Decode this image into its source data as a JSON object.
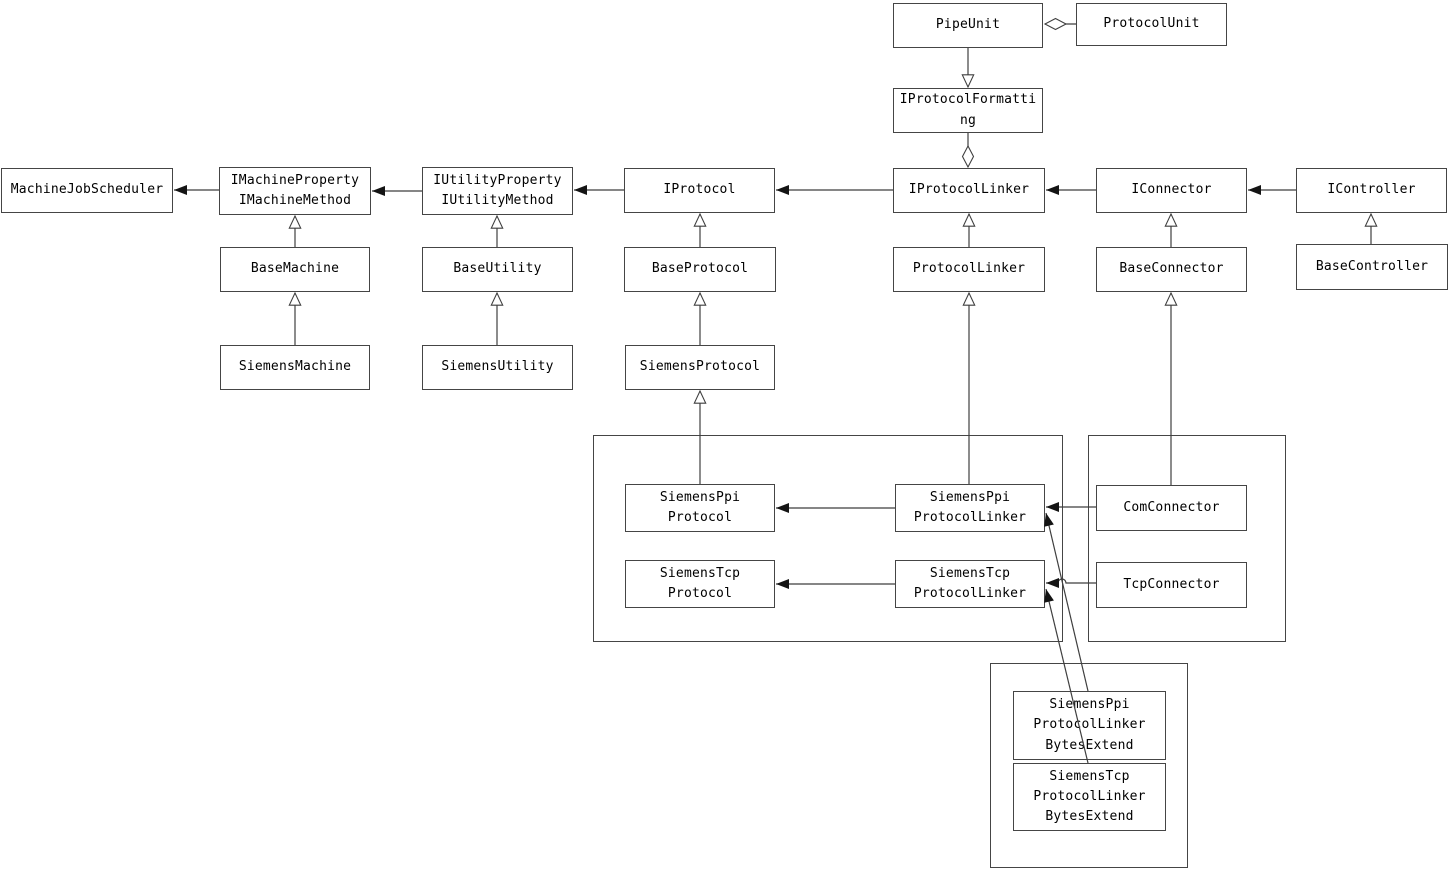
{
  "diagram": {
    "type": "uml-class-diagram",
    "background_color": "#ffffff",
    "line_color": "#3f3f3f",
    "text_color": "#000000",
    "nodes": {
      "pipe_unit": {
        "label": "PipeUnit"
      },
      "protocol_unit": {
        "label": "ProtocolUnit"
      },
      "iprotocol_formatting": {
        "label": "IProtocolFormatti\nng"
      },
      "machine_job_scheduler": {
        "label": "MachineJobScheduler"
      },
      "imachine_property": {
        "label": "IMachineProperty\nIMachineMethod"
      },
      "iutility_property": {
        "label": "IUtilityProperty\nIUtilityMethod"
      },
      "iprotocol": {
        "label": "IProtocol"
      },
      "iprotocol_linker": {
        "label": "IProtocolLinker"
      },
      "iconnector": {
        "label": "IConnector"
      },
      "icontroller": {
        "label": "IController"
      },
      "base_machine": {
        "label": "BaseMachine"
      },
      "base_utility": {
        "label": "BaseUtility"
      },
      "base_protocol": {
        "label": "BaseProtocol"
      },
      "protocol_linker": {
        "label": "ProtocolLinker"
      },
      "base_connector": {
        "label": "BaseConnector"
      },
      "base_controller": {
        "label": "BaseController"
      },
      "siemens_machine": {
        "label": "SiemensMachine"
      },
      "siemens_utility": {
        "label": "SiemensUtility"
      },
      "siemens_protocol": {
        "label": "SiemensProtocol"
      },
      "siemens_ppi_protocol": {
        "label": "SiemensPpi\nProtocol"
      },
      "siemens_ppi_protocol_linker": {
        "label": "SiemensPpi\nProtocolLinker"
      },
      "siemens_tcp_protocol": {
        "label": "SiemensTcp\nProtocol"
      },
      "siemens_tcp_protocol_linker": {
        "label": "SiemensTcp\nProtocolLinker"
      },
      "com_connector": {
        "label": "ComConnector"
      },
      "tcp_connector": {
        "label": "TcpConnector"
      },
      "siemens_ppi_protocol_linker_bytes_extend": {
        "label": "SiemensPpi\nProtocolLinker\nBytesExtend"
      },
      "siemens_tcp_protocol_linker_bytes_extend": {
        "label": "SiemensTcp\nProtocolLinker\nBytesExtend"
      }
    },
    "relationships": [
      {
        "from": "PipeUnit",
        "to": "ProtocolUnit",
        "type": "aggregation"
      },
      {
        "from": "IProtocolLinker",
        "to": "IProtocolFormatting",
        "type": "aggregation"
      },
      {
        "from": "PipeUnit",
        "to": "IProtocolFormatting",
        "type": "generalization"
      },
      {
        "from": "BaseMachine",
        "to": "IMachineProperty IMachineMethod",
        "type": "generalization"
      },
      {
        "from": "SiemensMachine",
        "to": "BaseMachine",
        "type": "generalization"
      },
      {
        "from": "BaseUtility",
        "to": "IUtilityProperty IUtilityMethod",
        "type": "generalization"
      },
      {
        "from": "SiemensUtility",
        "to": "BaseUtility",
        "type": "generalization"
      },
      {
        "from": "BaseProtocol",
        "to": "IProtocol",
        "type": "generalization"
      },
      {
        "from": "SiemensProtocol",
        "to": "BaseProtocol",
        "type": "generalization"
      },
      {
        "from": "SiemensPpiProtocol",
        "to": "SiemensProtocol",
        "type": "generalization"
      },
      {
        "from": "ProtocolLinker",
        "to": "IProtocolLinker",
        "type": "generalization"
      },
      {
        "from": "SiemensPpiProtocolLinker",
        "to": "ProtocolLinker",
        "type": "generalization"
      },
      {
        "from": "BaseConnector",
        "to": "IConnector",
        "type": "generalization"
      },
      {
        "from": "ComConnector",
        "to": "BaseConnector",
        "type": "generalization"
      },
      {
        "from": "BaseController",
        "to": "IController",
        "type": "generalization"
      },
      {
        "from": "IMachineProperty IMachineMethod",
        "to": "MachineJobScheduler",
        "type": "association"
      },
      {
        "from": "IUtilityProperty IUtilityMethod",
        "to": "IMachineProperty IMachineMethod",
        "type": "association"
      },
      {
        "from": "IProtocol",
        "to": "IUtilityProperty IUtilityMethod",
        "type": "association"
      },
      {
        "from": "IProtocolLinker",
        "to": "IProtocol",
        "type": "association"
      },
      {
        "from": "IConnector",
        "to": "IProtocolLinker",
        "type": "association"
      },
      {
        "from": "IController",
        "to": "IConnector",
        "type": "association"
      },
      {
        "from": "SiemensPpiProtocolLinker",
        "to": "SiemensPpiProtocol",
        "type": "association"
      },
      {
        "from": "SiemensTcpProtocolLinker",
        "to": "SiemensTcpProtocol",
        "type": "association"
      },
      {
        "from": "ComConnector",
        "to": "SiemensPpiProtocolLinker",
        "type": "association"
      },
      {
        "from": "TcpConnector",
        "to": "SiemensTcpProtocolLinker",
        "type": "association"
      },
      {
        "from": "SiemensPpiProtocolLinkerBytesExtend",
        "to": "SiemensPpiProtocolLinker",
        "type": "association"
      },
      {
        "from": "SiemensTcpProtocolLinkerBytesExtend",
        "to": "SiemensTcpProtocolLinker",
        "type": "association"
      }
    ]
  }
}
